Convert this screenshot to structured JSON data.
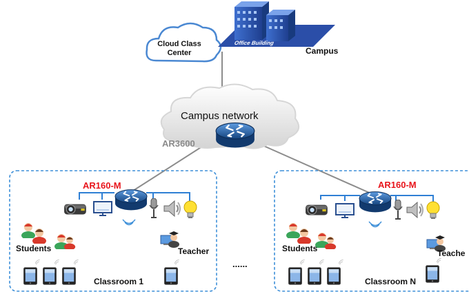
{
  "cloud_center": {
    "line1": "Cloud Class",
    "line2": "Center"
  },
  "office": {
    "sign": "Office Building",
    "label": "Campus"
  },
  "campus_network": {
    "label": "Campus network",
    "router": "AR3600"
  },
  "ellipsis": "......",
  "classrooms": [
    {
      "router": "AR160-M",
      "students": "Students",
      "teacher": "Teacher",
      "name": "Classroom 1"
    },
    {
      "router": "AR160-M",
      "students": "Students",
      "teacher": "Teache",
      "name": "Classroom N"
    }
  ],
  "colors": {
    "router_label": "#e8141b",
    "box_border": "#3d8fd8",
    "router_body": "#1f5da8",
    "line": "#8c8c8c"
  }
}
